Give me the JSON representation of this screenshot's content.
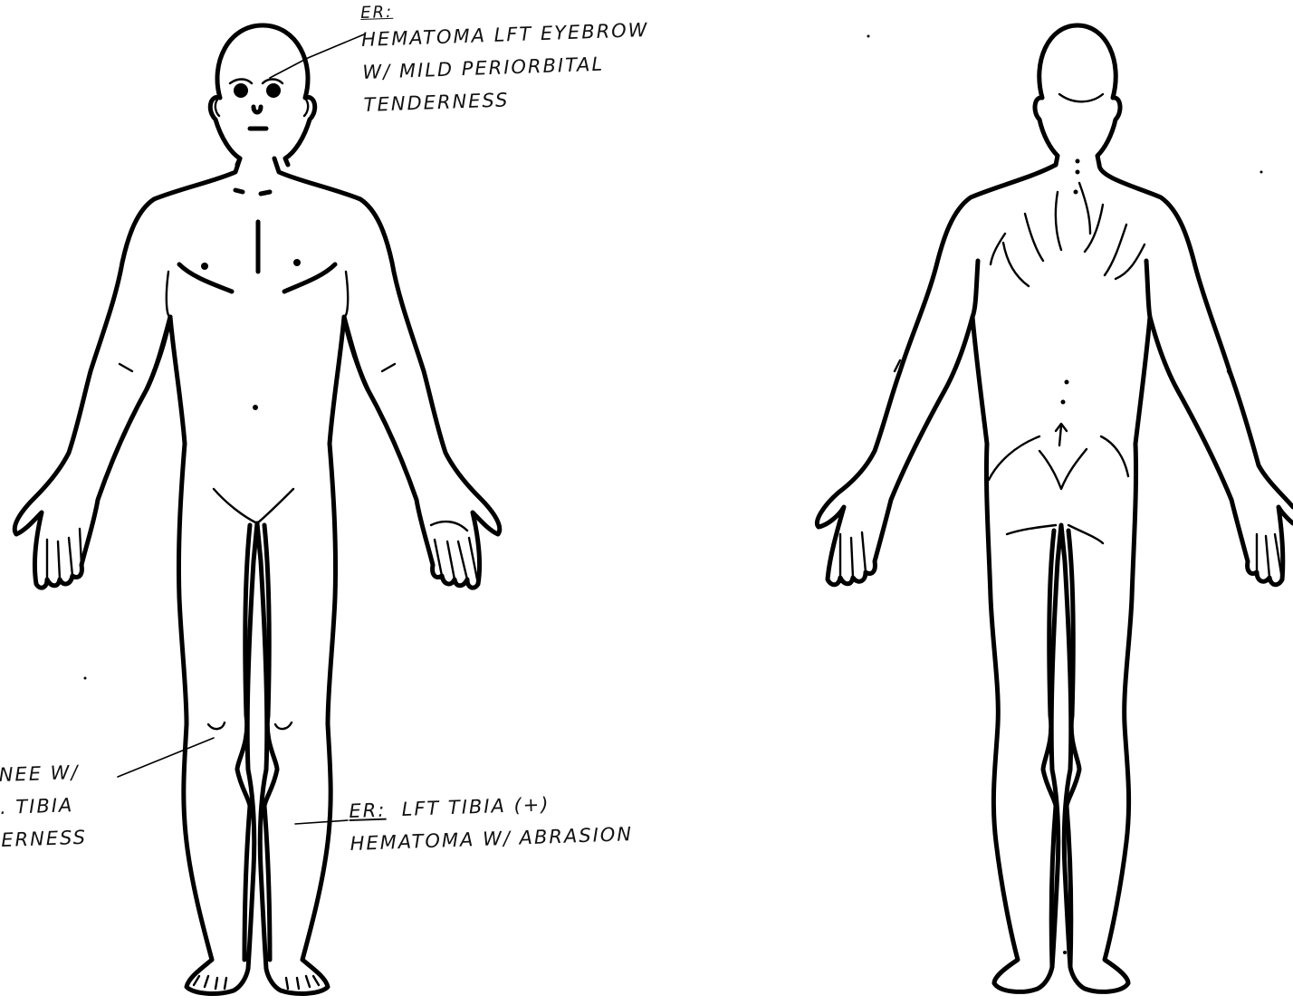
{
  "annotations": {
    "head": {
      "prefix": "ER:",
      "lines": [
        "HEMATOMA LFT EYEBROW",
        "W/ MILD PERIORBITAL",
        "TENDERNESS"
      ]
    },
    "knee": {
      "lines": [
        "NEE W/",
        ". TIBIA",
        "ERNESS"
      ]
    },
    "tibia": {
      "prefix": "ER:",
      "line1": "LFT TIBIA (+)",
      "line2": "HEMATOMA W/ ABRASION"
    }
  }
}
